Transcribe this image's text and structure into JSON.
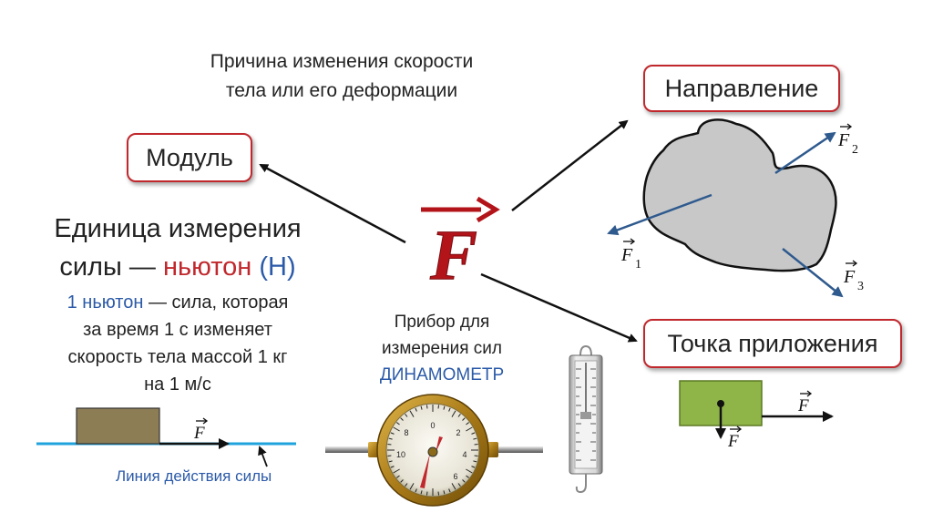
{
  "header": {
    "line1": "Причина изменения скорости",
    "line2": "тела или его деформации"
  },
  "boxes": {
    "modulus": "Модуль",
    "direction": "Направление",
    "application_point": "Точка приложения"
  },
  "main_symbol": "F",
  "unit": {
    "title_line1": "Единица измерения",
    "title_line2_prefix": "силы — ",
    "title_newton": "ньютон",
    "title_unit": "(Н)",
    "def_highlight": "1 ньютон",
    "def_rest": " — сила, которая",
    "def_line2": "за время 1 с изменяет",
    "def_line3": "скорость тела массой 1 кг",
    "def_line4": "на 1 м/с"
  },
  "line_of_action": {
    "label": "Линия действия силы",
    "force_label": "F"
  },
  "instrument": {
    "line1": "Прибор для",
    "line2": "измерения сил",
    "line3": "ДИНАМОМЕТР"
  },
  "direction_forces": {
    "f1": "F",
    "f1_sub": "1",
    "f2": "F",
    "f2_sub": "2",
    "f3": "F",
    "f3_sub": "3"
  },
  "application": {
    "force_right": "F",
    "force_down": "F"
  },
  "colors": {
    "accent_red": "#c0282d",
    "blue_text": "#2b5aa8",
    "arrow_blue": "#2f5a8e",
    "line_cyan": "#1fa3dc",
    "block_olive": "#8c7d55",
    "block_green": "#8fb448",
    "blob_gray": "#c8c8c8"
  },
  "icons": [
    "arrow-icon",
    "dynamometer-dial-icon",
    "spring-scale-icon"
  ]
}
